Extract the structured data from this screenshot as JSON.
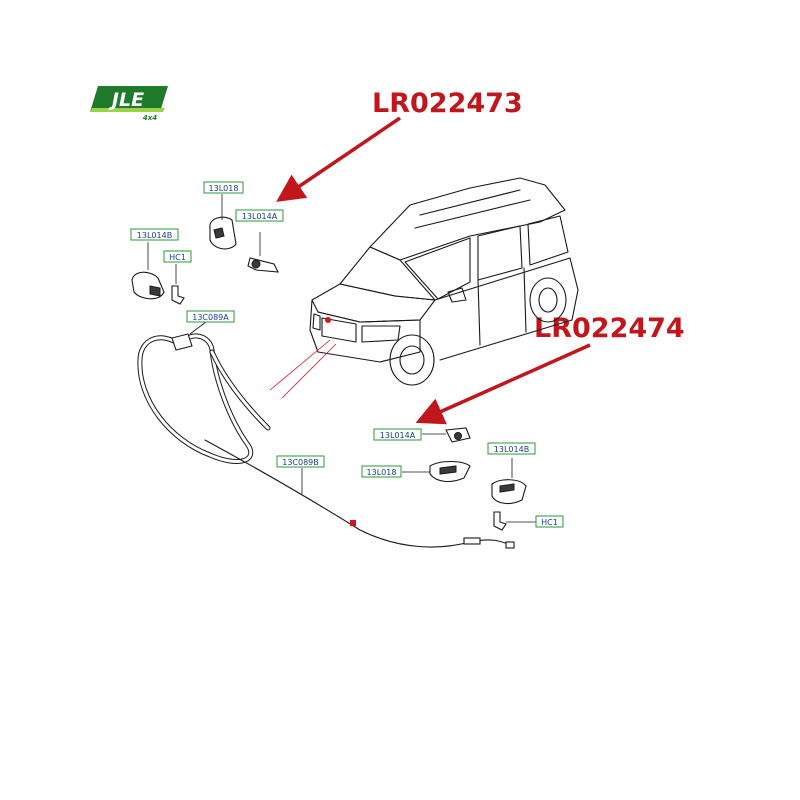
{
  "logo": {
    "text": "JLE",
    "subtext": "4x4",
    "colors": {
      "bar": "#1f7a2c",
      "text": "#ffffff",
      "accent": "#9bd24a"
    }
  },
  "callouts": {
    "upper": "LR022473",
    "lower": "LR022474",
    "color": "#c0161c"
  },
  "labels": {
    "l13L018_top": "13L018",
    "l13L014A_top": "13L014A",
    "l13L014B_left": "13L014B",
    "lHC1_left": "HC1",
    "l13C089A": "13C089A",
    "l13C089B": "13C089B",
    "l13L014A_bottom": "13L014A",
    "l13L018_bottom": "13L018",
    "l13L014B_right": "13L014B",
    "lHC1_right": "HC1"
  },
  "colors": {
    "label_border": "#2b9a3a",
    "label_text": "#1a3d8f",
    "marker": "#d8141a"
  }
}
